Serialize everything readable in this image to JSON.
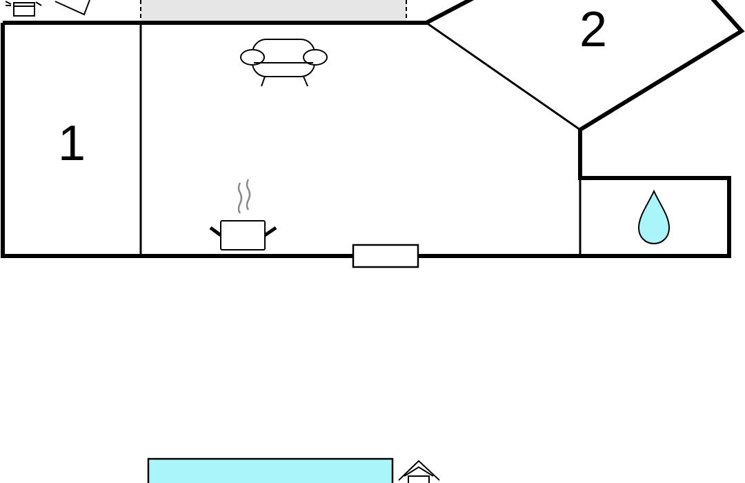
{
  "rooms": [
    {
      "number": "1"
    },
    {
      "number": "2"
    }
  ],
  "icons": {
    "living": "sofa-icon",
    "kitchen": "cooking-pot-icon",
    "bathroom": "water-drop-icon",
    "bbq": "grill-icon",
    "pool": "swimming-pool",
    "shelter": "hut-icon"
  },
  "colors": {
    "walls": "#000000",
    "terrace": "#e6e6e6",
    "water": "#aaf5fa",
    "steam": "#888888",
    "background": "#ffffff"
  }
}
